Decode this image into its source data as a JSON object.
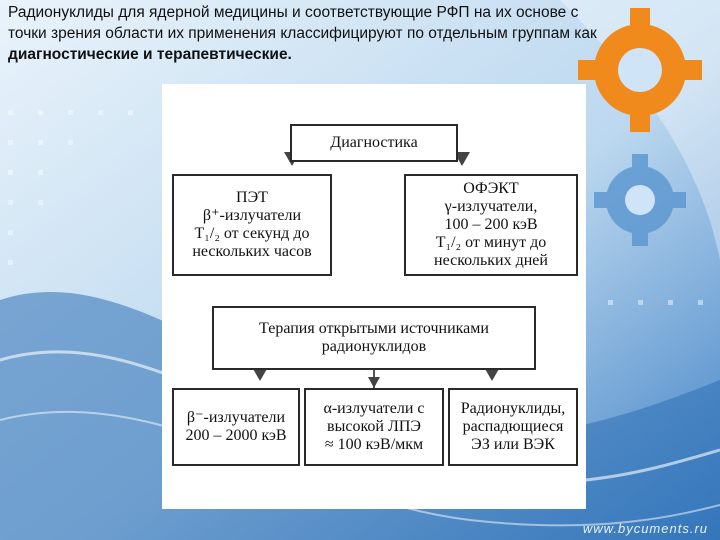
{
  "slide": {
    "line1": "Радионуклиды для ядерной медицины и соответствующие РФП на их основе с",
    "line2": "точки зрения области их применения классифицируют по отдельным группам как",
    "line3": "диагностические и терапевтические."
  },
  "diagram": {
    "diagnostics": "Диагностика",
    "pet": {
      "title": "ПЭТ",
      "line1": "β⁺-излучатели",
      "line2": "T₁/₂ от секунд до",
      "line3": "нескольких часов"
    },
    "spect": {
      "title": "ОФЭКТ",
      "line1": "γ-излучатели,",
      "line2": "100 – 200 кэВ",
      "line3": "T₁/₂ от минут до",
      "line4": "нескольких дней"
    },
    "therapy": {
      "line1": "Терапия открытыми источниками",
      "line2": "радионуклидов"
    },
    "beta": {
      "line1": "β⁻-излучатели",
      "line2": "200 – 2000 кэВ"
    },
    "alpha": {
      "line1": "α-излучатели с",
      "line2": "высокой ЛПЭ",
      "line3": "≈ 100 кэВ/мкм"
    },
    "decay": {
      "line1": "Радионуклиды,",
      "line2": "распадющиеся",
      "line3": "ЭЗ или ВЭК"
    }
  },
  "watermark": "www.bycuments.ru",
  "colors": {
    "background": "#cfe4f6",
    "accent_orange": "#f08a1c",
    "deep_blue": "#2d6fb4"
  }
}
